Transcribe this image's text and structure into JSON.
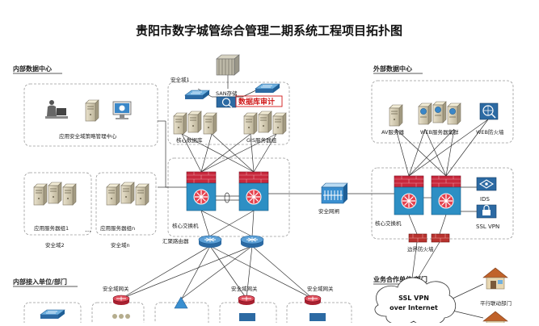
{
  "title": "贵阳市数字城管综合管理二期系统工程项目拓扑图",
  "sections": {
    "internal_dc": "内部数据中心",
    "external_dc": "外部数据中心",
    "internal_access": "内部接入单位/部门",
    "business_partner": "业务合作单位/部门"
  },
  "labels": {
    "security_domain_1": "安全域1",
    "san_storage": "SAN存储",
    "db_audit": "数据库审计",
    "core_db": "核心数据库",
    "gis_cluster": "GIS服务器组",
    "policy_center": "应用安全域策略管理中心",
    "app_group_1": "应用服务器组1",
    "app_group_n": "应用服务器组n",
    "ellipsis": "…",
    "security_domain_2": "安全域2",
    "security_domain_n": "安全域n",
    "core_switch": "核心交换机",
    "aggregation_router": "汇聚路由器",
    "security_gateway": "安全网闸",
    "av_server": "AV服务器",
    "web_cluster": "WEB服务器集群",
    "web_firewall": "WEB防火墙",
    "ids": "IDS",
    "ssl_vpn": "SSL VPN",
    "core_switch_ext": "核心交换机",
    "border_firewall": "边界防火墙",
    "domain_gateway_1": "安全域网关",
    "domain_gateway_2": "安全域网关",
    "domain_gateway_3": "安全域网关",
    "cloud_line1": "SSL VPN",
    "cloud_line2": "over Internet",
    "linkage_dept": "平行联动部门"
  },
  "colors": {
    "switch_red": "#c8283c",
    "switch_blue": "#2d8fc4",
    "router_blue": "#3f7fb5",
    "firewall_red": "#b8322e",
    "dashed": "#9a9a9a",
    "highlight_red": "#d01818"
  }
}
